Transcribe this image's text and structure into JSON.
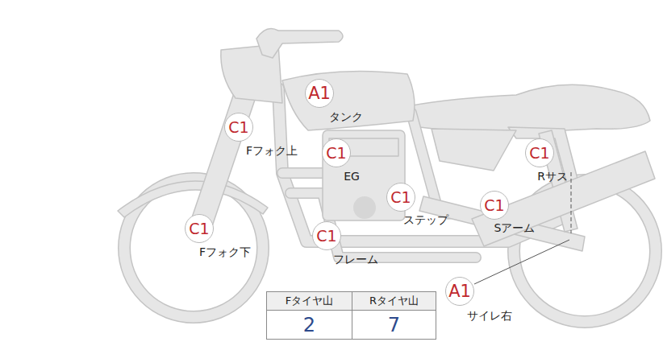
{
  "diagram": {
    "nodes": [
      {
        "text": [
          "A1",
          "タンク"
        ]
      },
      {
        "text": [
          "C1",
          "Fフォク上"
        ]
      },
      {
        "text": [
          "C1",
          "EG"
        ]
      },
      {
        "text": [
          "C1",
          "Rサス"
        ]
      },
      {
        "text": [
          "C1",
          "ステップ"
        ]
      },
      {
        "text": [
          "C1",
          "Sアーム"
        ]
      },
      {
        "text": [
          "C1",
          "Fフォク下"
        ]
      },
      {
        "text": [
          "C1",
          "フレーム"
        ]
      },
      {
        "text": [
          "A1",
          "サイレ右"
        ]
      }
    ],
    "labels": [
      "Fタイヤ山",
      "Rタイヤ山",
      "2",
      "7"
    ]
  }
}
